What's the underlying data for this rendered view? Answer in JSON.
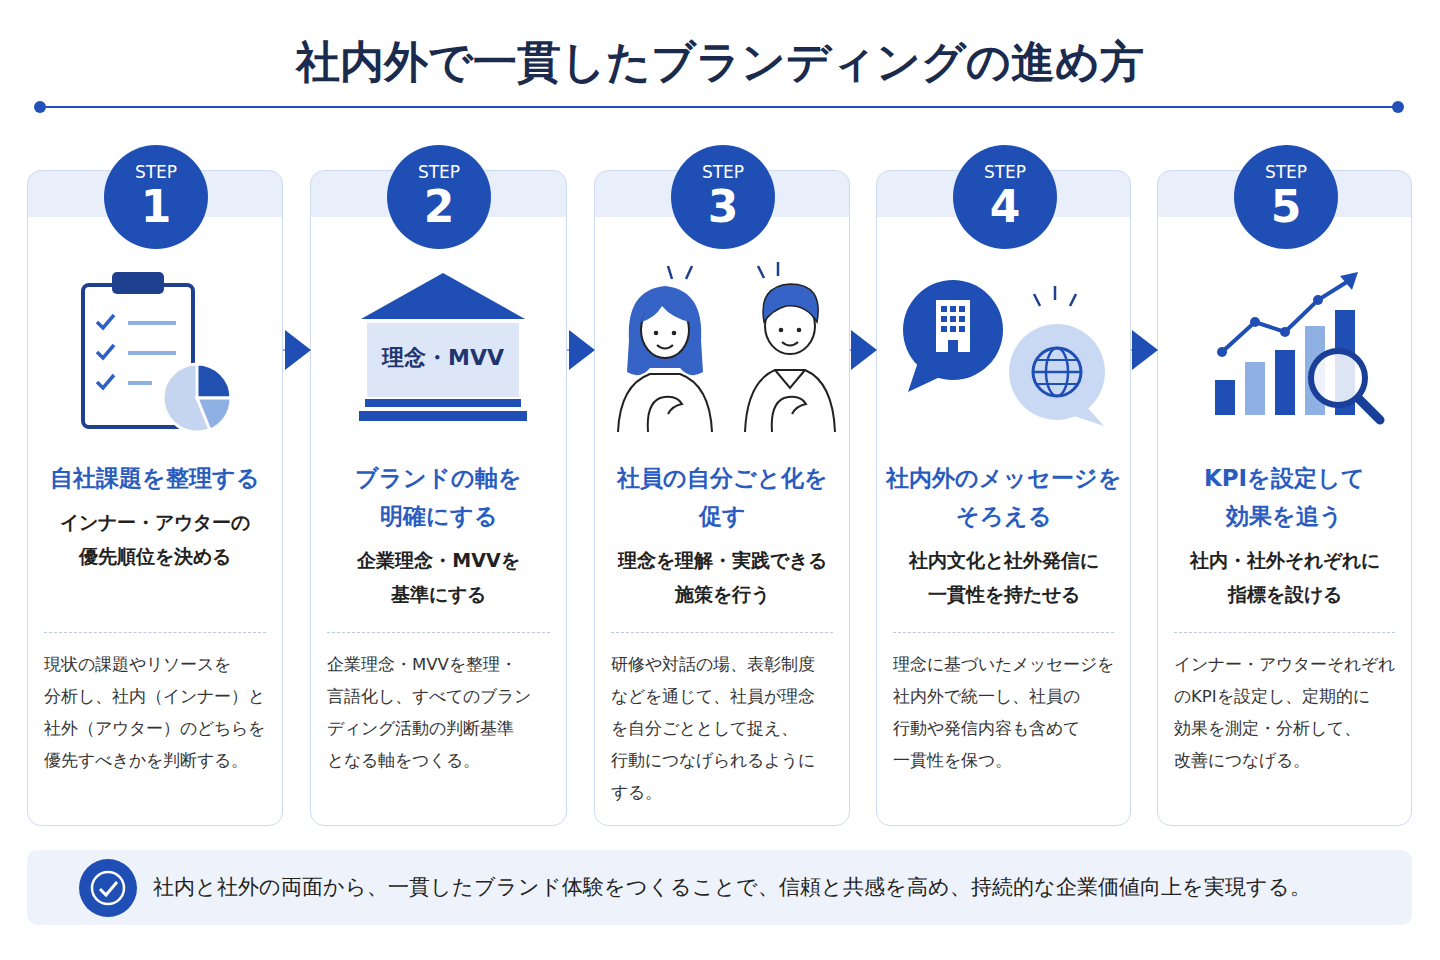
{
  "diagram": {
    "title": "社内外で一貫したブランディングの進め方",
    "nodes": [
      {
        "text": [
          "自社課題を整理する",
          "インナー・アウターの 優先順位を決める",
          "現状の課題やリソースを 分析し、社内（インナー）と 社外（アウター）のどちらを 優先すべきかを判断する。"
        ]
      },
      {
        "text": [
          "STEP",
          "1"
        ],
        "in": 0
      },
      {
        "text": [
          "ブランドの軸を 明確にする",
          "企業理念・MVVを 基準にする",
          "企業理念・MVVを整理・ 言語化し、すべてのブラン ディング活動の判断基準 となる軸をつくる。"
        ]
      },
      {
        "text": [
          "STEP",
          "2"
        ],
        "in": 2
      },
      {
        "text": [
          "理念・MVV"
        ],
        "in": 2
      },
      {
        "text": [
          "社員の自分ごと化を 促す",
          "理念を理解・実践できる 施策を行う",
          "研修や対話の場、表彰制度 などを通じて、社員が理念 を自分ごととして捉え、 行動につなげられるように する。"
        ]
      },
      {
        "text": [
          "STEP",
          "3"
        ],
        "in": 5
      },
      {
        "text": [
          "社内外のメッセージを そろえる",
          "社内文化と社外発信に 一貫性を持たせる",
          "理念に基づいたメッセージを 社内外で統一し、社員の 行動や発信内容も含めて 一貫性を保つ。"
        ]
      },
      {
        "text": [
          "STEP",
          "4"
        ],
        "in": 7
      },
      {
        "text": [
          "KPIを設定して 効果を追う",
          "社内・社外それぞれに 指標を設ける",
          "インナー・アウターそれぞれ のKPIを設定し、定期的に 効果を測定・分析して、 改善につなげる。"
        ]
      },
      {
        "text": [
          "STEP",
          "5"
        ],
        "in": 9
      },
      {
        "text": [
          "社内と社外の両面から、一貫したブランド体験をつくることで、信頼と共感を高め、持続的な企業価値向上を実現する。"
        ]
      }
    ],
    "edges": [
      {
        "from": 0,
        "to": 2,
        "arrow": "to"
      },
      {
        "from": 2,
        "to": 5,
        "arrow": "to"
      },
      {
        "from": 5,
        "to": 7,
        "arrow": "to"
      },
      {
        "from": 7,
        "to": 9,
        "arrow": "to"
      }
    ]
  }
}
